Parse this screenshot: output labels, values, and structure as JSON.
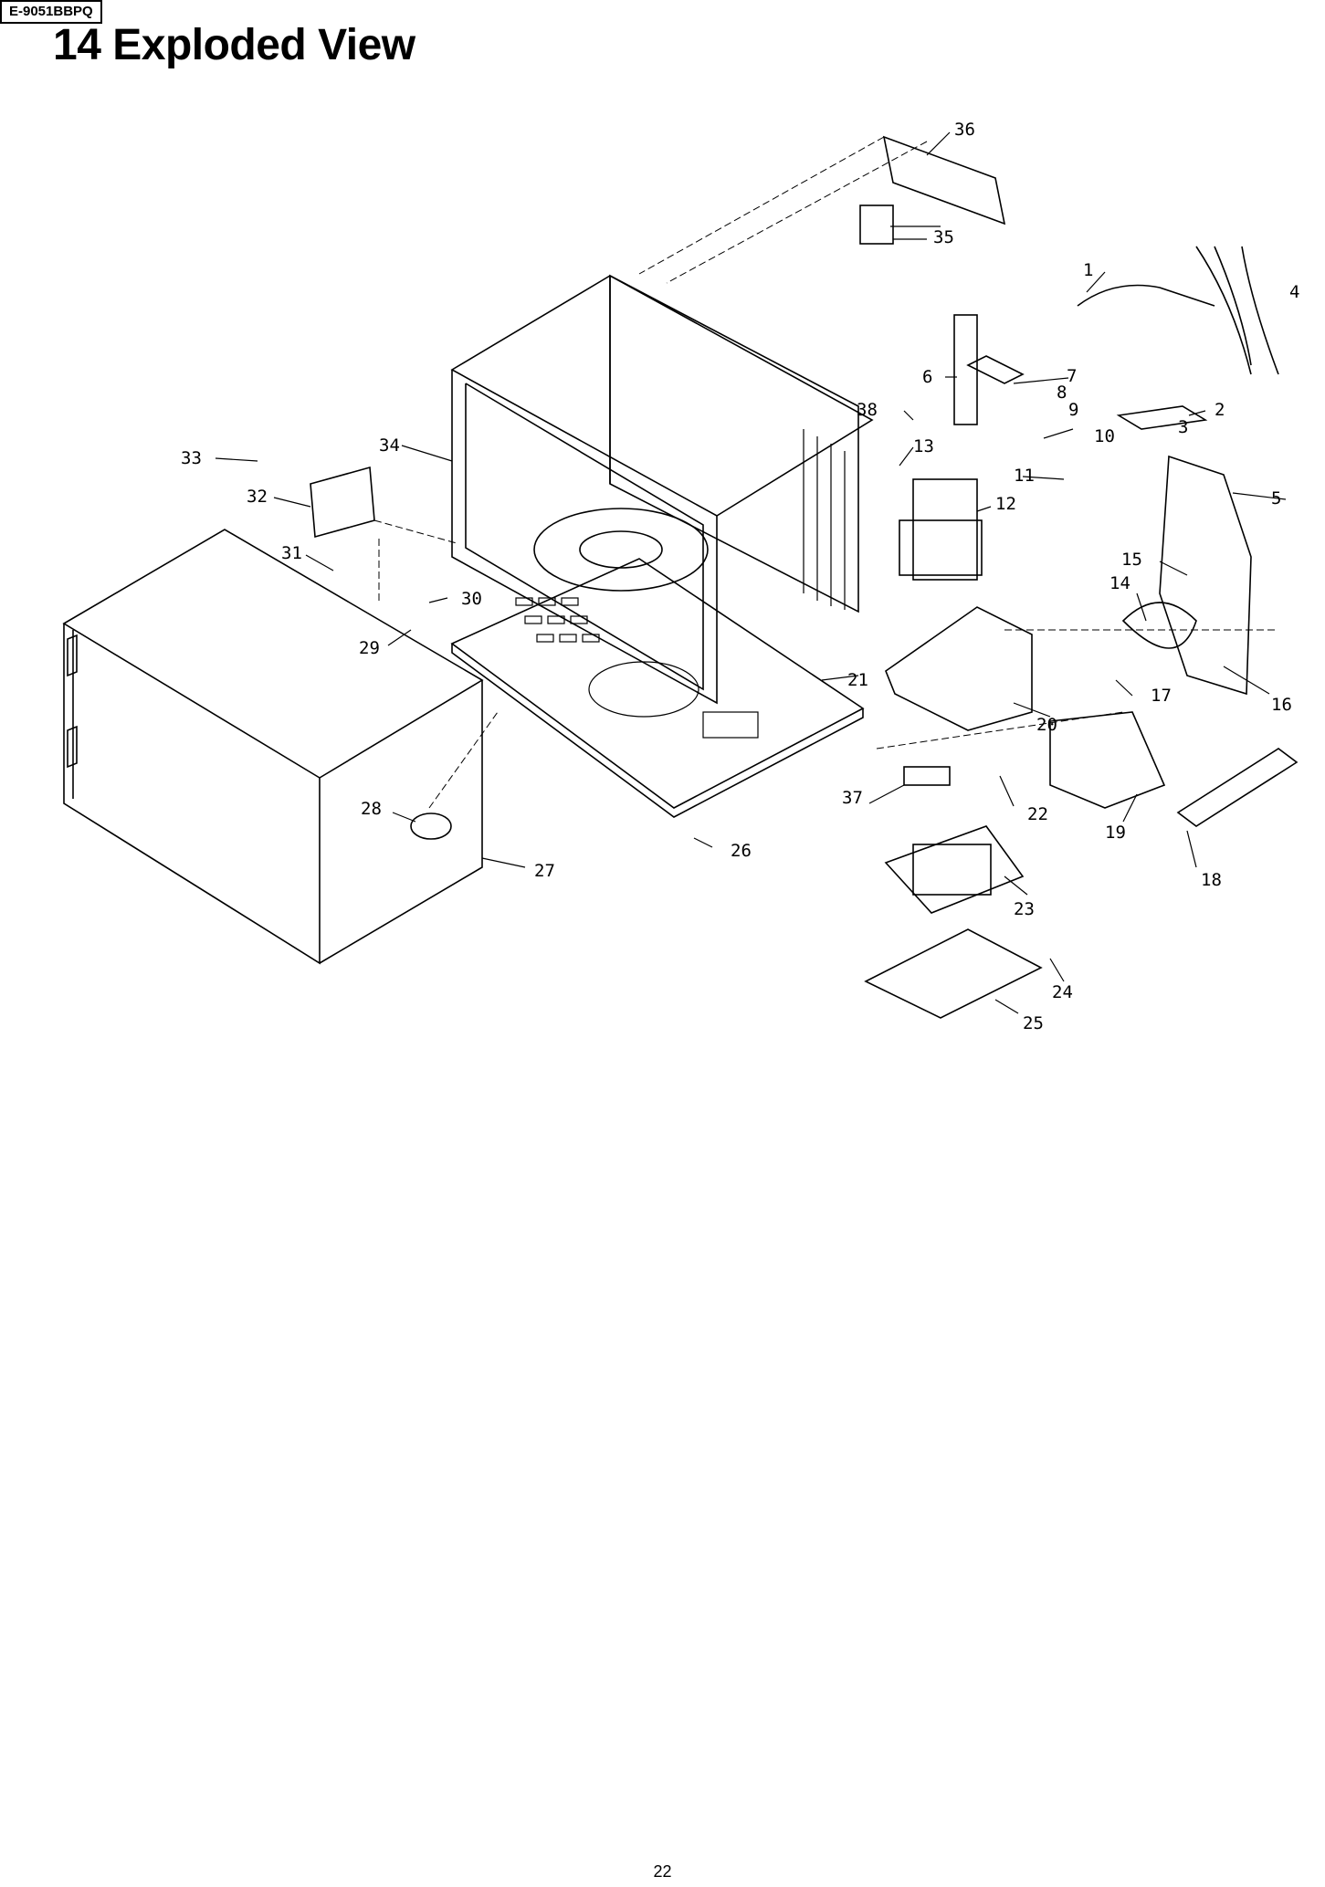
{
  "header": {
    "doc_code": "E-9051BBPQ",
    "title": "14 Exploded View"
  },
  "diagram": {
    "callouts": [
      "1",
      "2",
      "3",
      "4",
      "5",
      "6",
      "7",
      "8",
      "9",
      "10",
      "11",
      "12",
      "13",
      "14",
      "15",
      "16",
      "17",
      "18",
      "19",
      "20",
      "21",
      "22",
      "23",
      "24",
      "25",
      "26",
      "27",
      "28",
      "29",
      "30",
      "31",
      "32",
      "33",
      "34",
      "35",
      "36",
      "37",
      "38"
    ]
  },
  "footer": {
    "page_number": "22"
  }
}
